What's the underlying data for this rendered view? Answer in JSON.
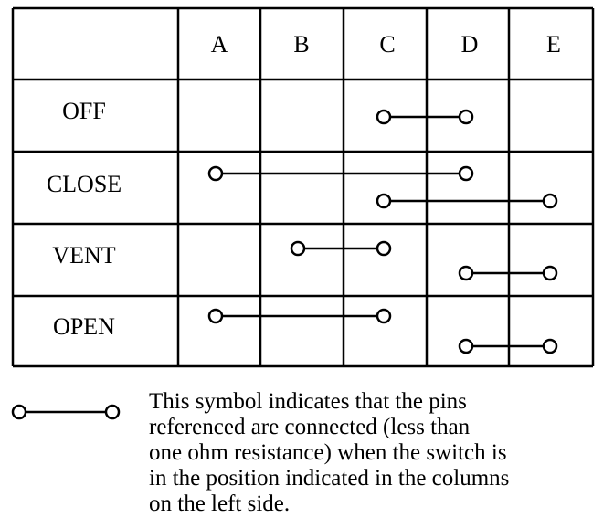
{
  "columns": [
    "A",
    "B",
    "C",
    "D",
    "E"
  ],
  "rows": [
    {
      "label": "OFF",
      "connections": [
        [
          "C",
          "D"
        ]
      ]
    },
    {
      "label": "CLOSE",
      "connections": [
        [
          "A",
          "D"
        ],
        [
          "C",
          "E"
        ]
      ]
    },
    {
      "label": "VENT",
      "connections": [
        [
          "B",
          "C"
        ],
        [
          "D",
          "E"
        ]
      ]
    },
    {
      "label": "OPEN",
      "connections": [
        [
          "A",
          "C"
        ],
        [
          "D",
          "E"
        ]
      ]
    }
  ],
  "legend": {
    "lines": [
      "This symbol indicates that the pins",
      "referenced are connected (less than",
      "one ohm resistance) when the switch is",
      "in the position indicated in the columns",
      "on the left side."
    ]
  }
}
